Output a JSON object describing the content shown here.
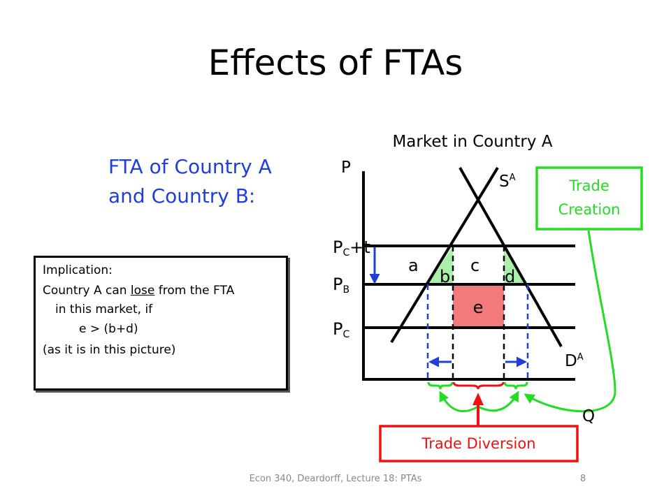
{
  "slide": {
    "title": "Effects of FTAs",
    "subtitle_line1": "FTA of Country A",
    "subtitle_line2": "and Country B:",
    "footer": "Econ 340, Deardorff, Lecture 18: PTAs",
    "page_number": "8"
  },
  "implication": {
    "heading": "Implication:",
    "line2_pre": "Country A can ",
    "line2_underlined": "lose",
    "line2_post": " from the FTA",
    "line3": "in this market, if",
    "line4": "e > (b+d)",
    "line5": "(as it is in this picture)"
  },
  "diagram": {
    "market_title": "Market in Country A",
    "axis_p": "P",
    "axis_q": "Q",
    "price_pct_main": "P",
    "price_pct_sub": "C",
    "price_pct_suffix": "+t",
    "price_pb_main": "P",
    "price_pb_sub": "B",
    "price_pc_main": "P",
    "price_pc_sub": "C",
    "supply_main": "S",
    "supply_sup": "A",
    "demand_main": "D",
    "demand_sup": "A",
    "area_a": "a",
    "area_b": "b",
    "area_c": "c",
    "area_d": "d",
    "area_e": "e",
    "trade_creation_line1": "Trade",
    "trade_creation_line2": "Creation",
    "trade_diversion": "Trade Diversion",
    "colors": {
      "trade_creation": "#22dd22",
      "trade_diversion": "#ee1111",
      "area_green": "#aaf0aa",
      "area_red": "#f27a7a",
      "price_arrow": "#1f3fd8"
    }
  }
}
